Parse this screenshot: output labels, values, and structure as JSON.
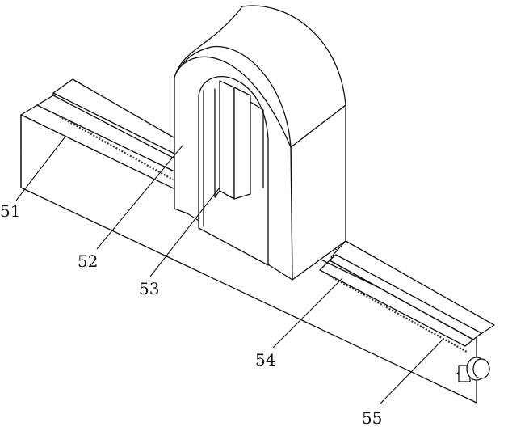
{
  "labels": [
    {
      "id": "l51",
      "text": "51"
    },
    {
      "id": "l52",
      "text": "52"
    },
    {
      "id": "l53",
      "text": "53"
    },
    {
      "id": "l54",
      "text": "54"
    },
    {
      "id": "l55",
      "text": "55"
    }
  ],
  "colors": {
    "line": "#111111",
    "background": "#ffffff"
  }
}
